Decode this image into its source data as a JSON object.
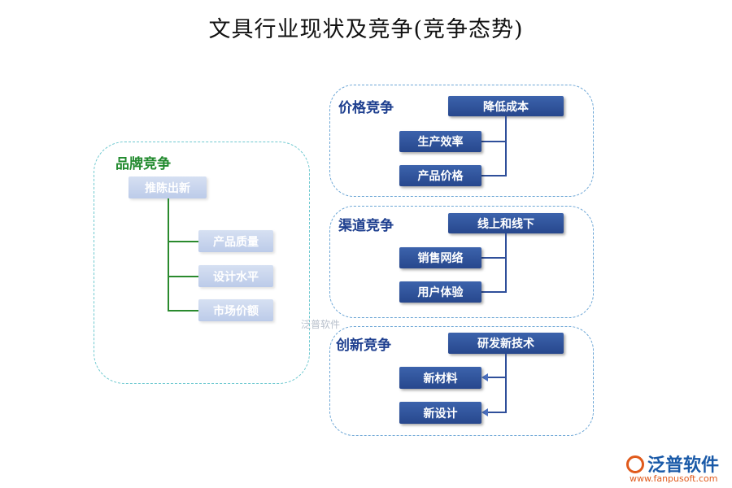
{
  "title": "文具行业现状及竞争(竞争态势)",
  "brand": {
    "title": "品牌竞争",
    "root": "推陈出新",
    "items": [
      "产品质量",
      "设计水平",
      "市场价额"
    ]
  },
  "price": {
    "title": "价格竞争",
    "top": "降低成本",
    "items": [
      "生产效率",
      "产品价格"
    ]
  },
  "channel": {
    "title": "渠道竞争",
    "top": "线上和线下",
    "items": [
      "销售网络",
      "用户体验"
    ]
  },
  "innovation": {
    "title": "创新竞争",
    "top": "研发新技术",
    "items": [
      "新材料",
      "新设计"
    ]
  },
  "watermark": {
    "center": "泛普软件",
    "logo": "泛普软件",
    "url": "www.fanpusoft.com"
  },
  "colors": {
    "panel_title": "#1e3f8f",
    "brand_title": "#218a2e",
    "box": "#2f4f9a",
    "brand_line": "#2a8a2e"
  }
}
